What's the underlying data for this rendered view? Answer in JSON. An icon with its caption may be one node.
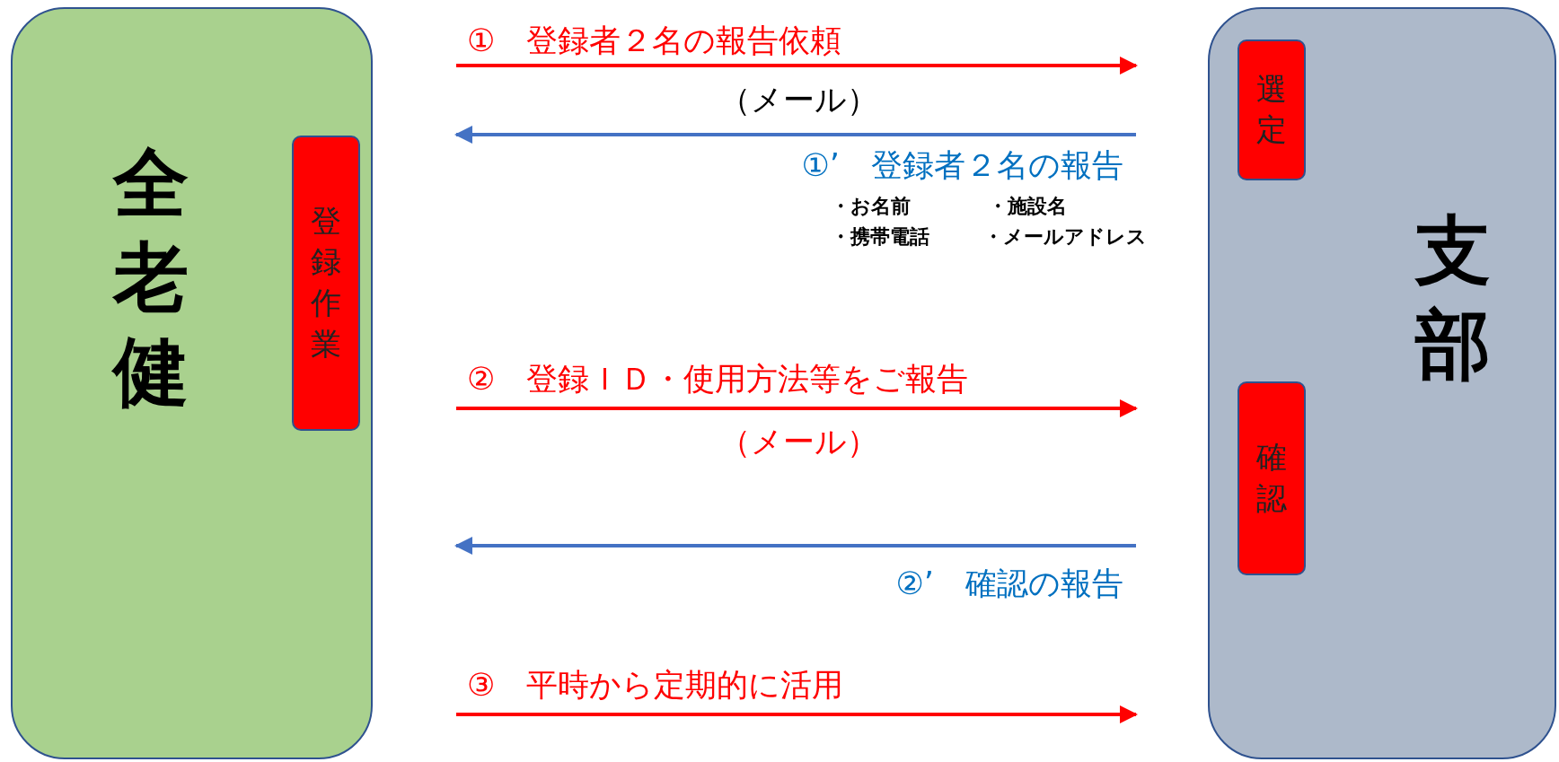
{
  "diagram": {
    "nodes": [
      {
        "text": [
          "全老健"
        ]
      },
      {
        "text": [
          "登録作業"
        ],
        "in": 0
      },
      {
        "text": [
          "支部"
        ]
      },
      {
        "text": [
          "選定"
        ],
        "in": 2
      },
      {
        "text": [
          "確認"
        ],
        "in": 2
      }
    ],
    "edges": [
      {
        "from": 0,
        "to": 2,
        "arrow": "to",
        "label": "①　登録者２名の報告依頼"
      },
      {
        "from": 2,
        "to": 0,
        "arrow": "to",
        "label": "①’　登録者２名の報告",
        "color": "#4472c4"
      },
      {
        "from": 0,
        "to": 2,
        "arrow": "to",
        "label": "②　登録ＩＤ・使用方法等をご報告"
      },
      {
        "from": 2,
        "to": 0,
        "arrow": "to",
        "label": "②’　確認の報告",
        "color": "#4472c4"
      },
      {
        "from": 0,
        "to": 2,
        "arrow": "to",
        "label": "③　平時から定期的に活用"
      }
    ],
    "labels": [
      "（メール）",
      "・お名前",
      "・施設名",
      "・携帯電話",
      "・メールアドレス",
      "（メール）"
    ]
  }
}
